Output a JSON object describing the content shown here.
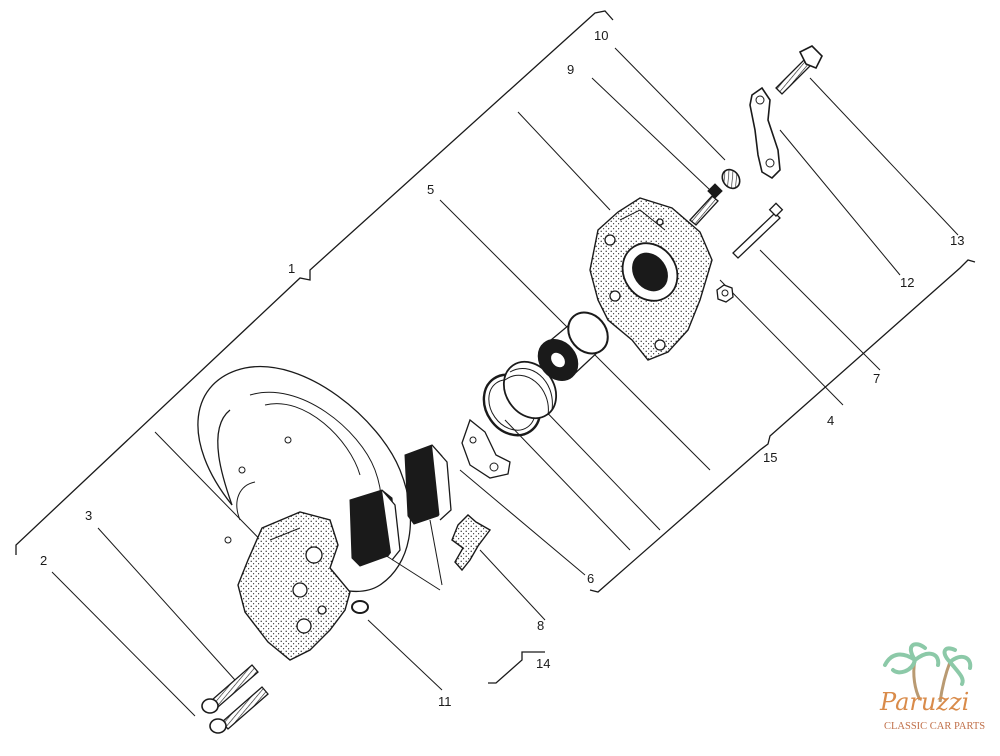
{
  "callouts": [
    {
      "id": "c1",
      "label": "1"
    },
    {
      "id": "c2",
      "label": "2"
    },
    {
      "id": "c3",
      "label": "3"
    },
    {
      "id": "c4",
      "label": "4"
    },
    {
      "id": "c5",
      "label": "5"
    },
    {
      "id": "c6",
      "label": "6"
    },
    {
      "id": "c7",
      "label": "7"
    },
    {
      "id": "c8",
      "label": "8"
    },
    {
      "id": "c9",
      "label": "9"
    },
    {
      "id": "c10",
      "label": "10"
    },
    {
      "id": "c11",
      "label": "11"
    },
    {
      "id": "c12",
      "label": "12"
    },
    {
      "id": "c13",
      "label": "13"
    },
    {
      "id": "c14",
      "label": "14"
    },
    {
      "id": "c15",
      "label": "15"
    }
  ],
  "logo": {
    "brand": "Paruzzi",
    "tagline": "CLASSIC CAR PARTS",
    "colors": {
      "palm": "#8cc9a8",
      "brand": "#d98b4a",
      "tagline": "#c0704a"
    }
  }
}
